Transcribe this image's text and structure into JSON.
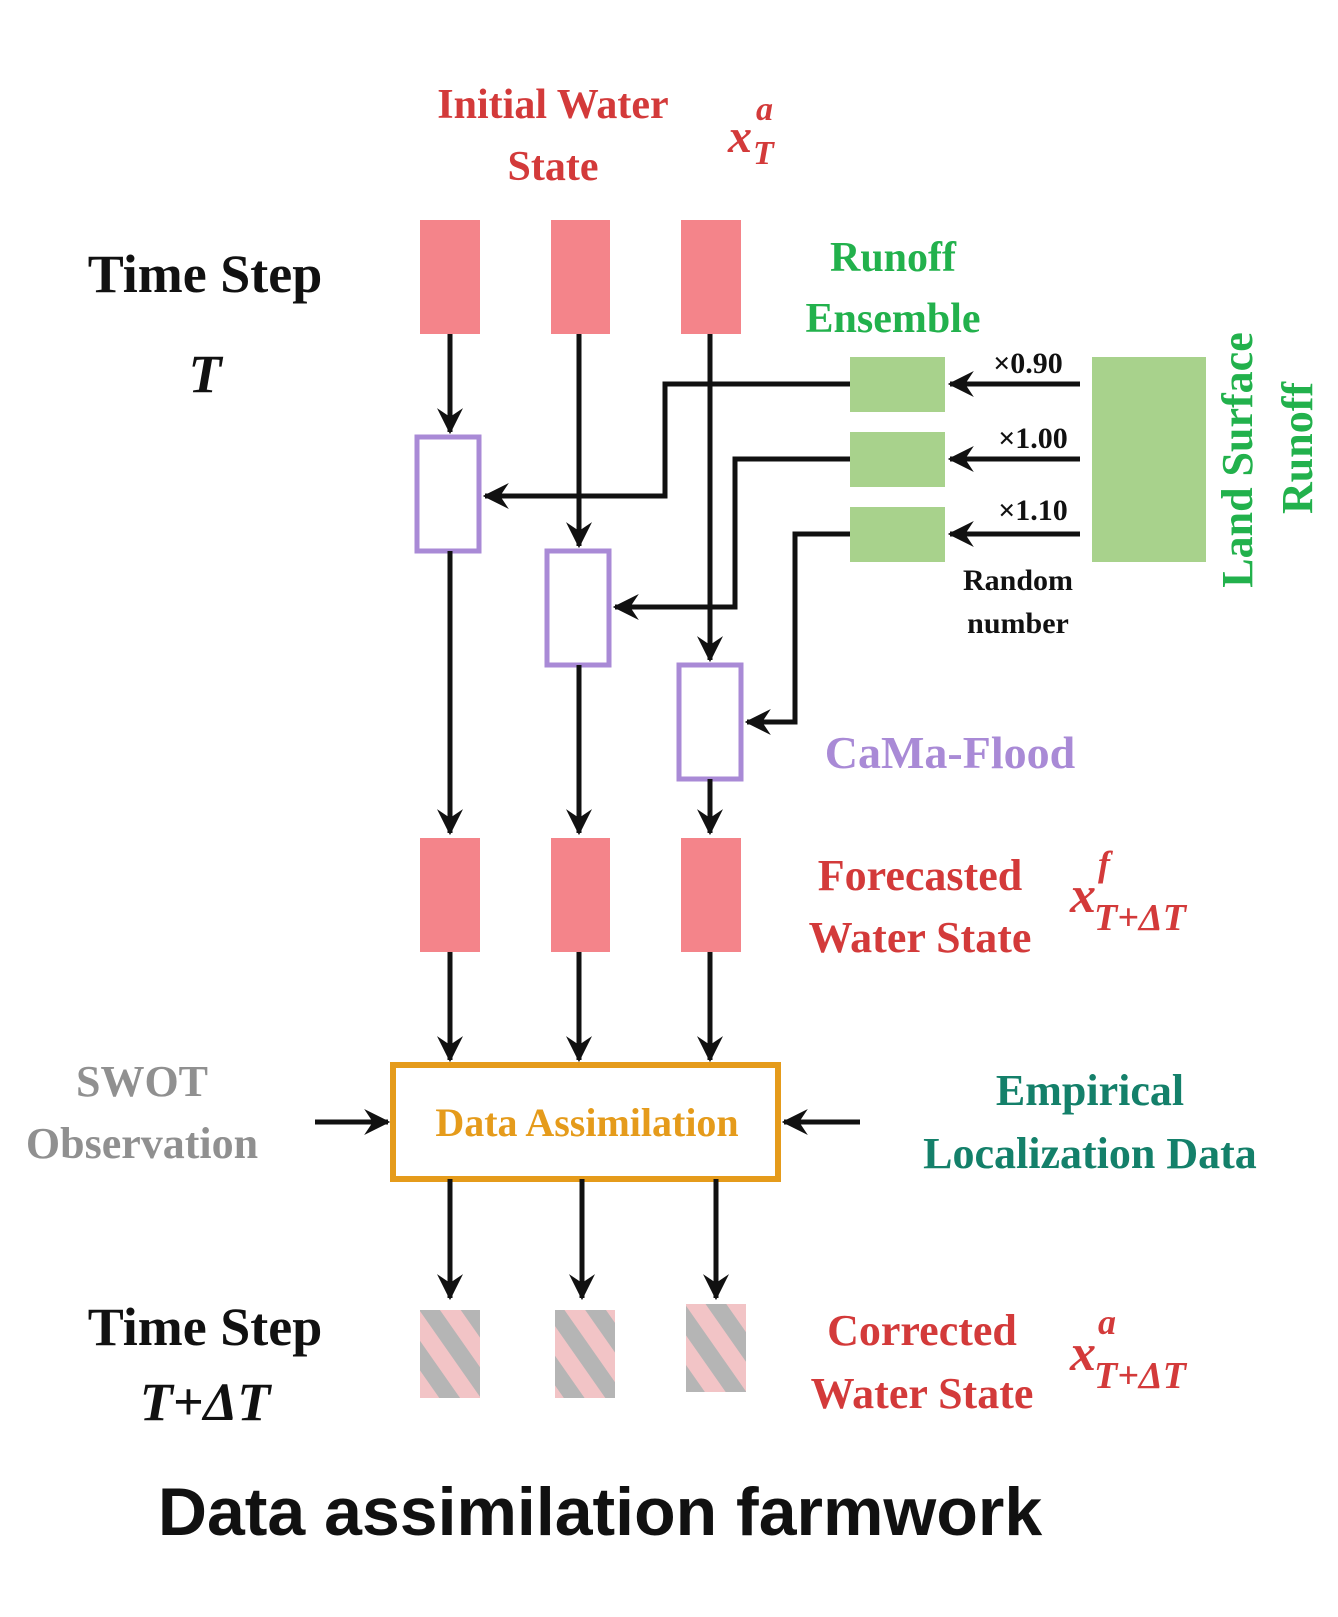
{
  "colors": {
    "red_text": "#d33a3a",
    "green_text": "#22b14c",
    "teal_text": "#14806a",
    "gray_text": "#909090",
    "purple": "#a98ad6",
    "orange": "#e59b1b",
    "state_fill": "#f4848a",
    "runoff_fill": "#a8d28c",
    "hatch_gray": "#b5b5b5",
    "hatch_pink": "#f2c4c6"
  },
  "labels": {
    "initial_state_line1": "Initial Water",
    "initial_state_line2": "State",
    "initial_symbol_base": "x",
    "initial_symbol_sup": "a",
    "initial_symbol_sub": "T",
    "time_step_top_line1": "Time Step",
    "time_step_top_line2": "T",
    "runoff_ensemble_line1": "Runoff",
    "runoff_ensemble_line2": "Ensemble",
    "factor_1": "×0.90",
    "factor_2": "×1.00",
    "factor_3": "×1.10",
    "random_line1": "Random",
    "random_line2": "number",
    "land_surface_line1": "Land Surface",
    "land_surface_line2": "Runoff",
    "model_name": "CaMa-Flood",
    "forecast_line1": "Forecasted",
    "forecast_line2": "Water State",
    "forecast_symbol_base": "x",
    "forecast_symbol_sup": "f",
    "forecast_symbol_sub": "T+ΔT",
    "swot_line1": "SWOT",
    "swot_line2": "Observation",
    "data_assimilation": "Data Assimilation",
    "empirical_line1": "Empirical",
    "empirical_line2": "Localization Data",
    "time_step_bottom_line1": "Time Step",
    "time_step_bottom_line2": "T+ΔT",
    "corrected_line1": "Corrected",
    "corrected_line2": "Water State",
    "corrected_symbol_base": "x",
    "corrected_symbol_sup": "a",
    "corrected_symbol_sub": "T+ΔT",
    "caption": "Data assimilation farmwork"
  }
}
